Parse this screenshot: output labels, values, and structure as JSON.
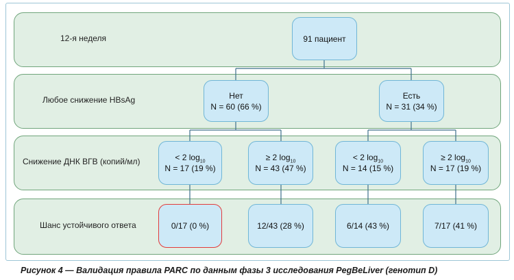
{
  "rows": {
    "week": "12-я неделя",
    "hbsag": "Любое снижение HBsAg",
    "dna": "Снижение ДНК ВГВ (копий/мл)",
    "response": "Шанс устойчивого ответа"
  },
  "nodes": {
    "root": "91 пациент",
    "no": {
      "label": "Нет",
      "value": "N = 60 (66 %)"
    },
    "yes": {
      "label": "Есть",
      "value": "N = 31 (34 %)"
    },
    "dna1": {
      "label": "< 2 log",
      "sub": "10",
      "value": "N = 17 (19 %)"
    },
    "dna2": {
      "label": "≥ 2 log",
      "sub": "10",
      "value": "N = 43 (47 %)"
    },
    "dna3": {
      "label": "< 2 log",
      "sub": "10",
      "value": "N = 14 (15 %)"
    },
    "dna4": {
      "label": "≥ 2 log",
      "sub": "10",
      "value": "N = 17 (19 %)"
    },
    "resp1": "0/17 (0 %)",
    "resp2": "12/43 (28 %)",
    "resp3": "6/14 (43 %)",
    "resp4": "7/17 (41 %)"
  },
  "caption": "Рисунок 4 — Валидация правила PARC по данным фазы 3 исследования PegBeLiver (генотип D)",
  "colors": {
    "row_fill": "#e1efe4",
    "row_border": "#6fa47a",
    "node_fill": "#cde9f7",
    "node_border": "#6fb5d6",
    "highlight_border": "#e33a3a",
    "connector": "#3d6f8a"
  }
}
